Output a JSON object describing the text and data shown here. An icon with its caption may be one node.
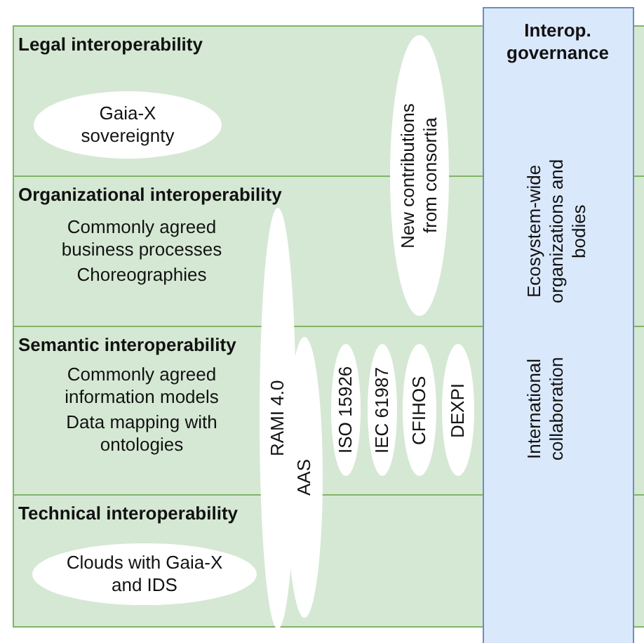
{
  "diagram": {
    "nodes": [
      {
        "text": [
          "Legal interoperability"
        ]
      },
      {
        "text": [
          "Gaia-X sovereignty"
        ],
        "in": 0
      },
      {
        "text": [
          "Organizational interoperability",
          "Commonly agreed business processes",
          "Choreographies"
        ]
      },
      {
        "text": [
          "Semantic interoperability",
          "Commonly agreed information models",
          "Data mapping with ontologies"
        ]
      },
      {
        "text": [
          "Technical interoperability"
        ]
      },
      {
        "text": [
          "Clouds with Gaia-X and IDS"
        ],
        "in": 4
      },
      {
        "text": [
          "New contributions from consortia"
        ]
      },
      {
        "text": [
          "RAMI 4.0"
        ]
      },
      {
        "text": [
          "AAS"
        ]
      },
      {
        "text": [
          "ISO 15926"
        ],
        "in": 3
      },
      {
        "text": [
          "IEC 61987"
        ],
        "in": 3
      },
      {
        "text": [
          "CFIHOS"
        ],
        "in": 3
      },
      {
        "text": [
          "DEXPI"
        ],
        "in": 3
      },
      {
        "text": [
          "Interop. governance",
          "Ecosystem-wide organizations and bodies",
          "International collaboration"
        ]
      }
    ],
    "edges": []
  }
}
